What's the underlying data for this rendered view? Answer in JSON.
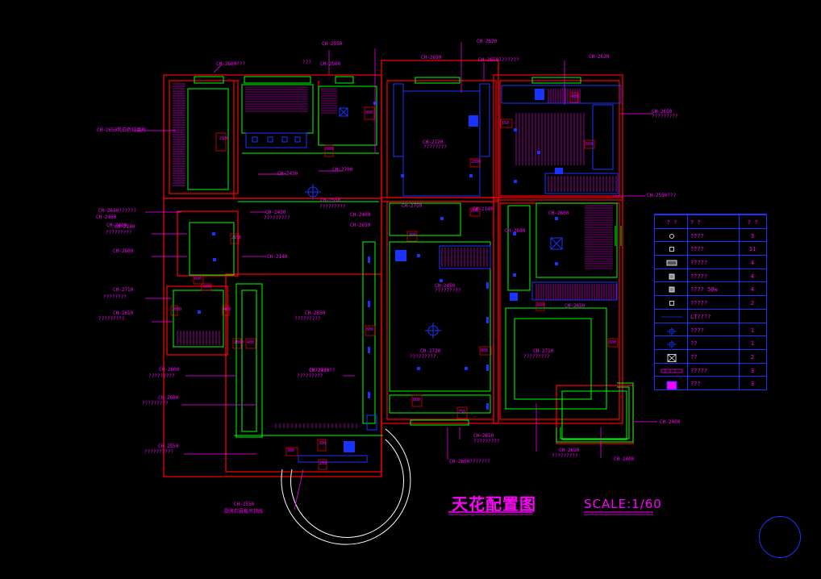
{
  "drawing": {
    "title": "天花配置图",
    "scale": "SCALE:1/60"
  },
  "annotations": [
    {
      "id": "a1",
      "text": "CH-2600???"
    },
    {
      "id": "a2",
      "text": "CH-2550"
    },
    {
      "id": "a3",
      "text": "???"
    },
    {
      "id": "a4",
      "text": "CH-2500"
    },
    {
      "id": "a5",
      "text": "CH-2650"
    },
    {
      "id": "a6",
      "text": "CH-2620"
    },
    {
      "id": "a7",
      "text": "CH-2650???????"
    },
    {
      "id": "a8",
      "text": "CH-2620"
    },
    {
      "id": "a9",
      "text": "CH-2450"
    },
    {
      "id": "a10",
      "text": "CH-2700"
    },
    {
      "id": "a11",
      "text": "?????????"
    },
    {
      "id": "a12",
      "text": "CH-2650乳白色灯盘片"
    },
    {
      "id": "a13",
      "text": "CH-2550"
    },
    {
      "id": "a14",
      "text": "CH-2400"
    },
    {
      "id": "a15",
      "text": "CH-2650"
    },
    {
      "id": "a16",
      "text": "?????????"
    },
    {
      "id": "a17",
      "text": "CH-2550???"
    },
    {
      "id": "a18",
      "text": "CH-2650??????"
    },
    {
      "id": "a19",
      "text": "CH-2430"
    },
    {
      "id": "a20",
      "text": "?????????"
    },
    {
      "id": "a21",
      "text": "CH-2140"
    },
    {
      "id": "a22",
      "text": "CH-2750"
    },
    {
      "id": "a23",
      "text": "CH-2140"
    },
    {
      "id": "a24",
      "text": "CH-2600"
    },
    {
      "id": "a25",
      "text": "CH-2600"
    },
    {
      "id": "a26",
      "text": "CH-2720"
    },
    {
      "id": "a27",
      "text": "????????"
    },
    {
      "id": "a28",
      "text": "CH-2650"
    },
    {
      "id": "a29",
      "text": "?????????"
    },
    {
      "id": "a30",
      "text": "CH-2140"
    },
    {
      "id": "a31",
      "text": "CH-2450"
    },
    {
      "id": "a32",
      "text": "?????????"
    },
    {
      "id": "a33",
      "text": "CH-2600"
    },
    {
      "id": "a34",
      "text": "CH-2710"
    },
    {
      "id": "a35",
      "text": "????????"
    },
    {
      "id": "a36",
      "text": "CH-2610"
    },
    {
      "id": "a37",
      "text": "?????????"
    },
    {
      "id": "a38",
      "text": "CH-2650"
    },
    {
      "id": "a39",
      "text": "?????????"
    },
    {
      "id": "a40",
      "text": "CH-2720"
    },
    {
      "id": "a41",
      "text": "?????????"
    },
    {
      "id": "a42",
      "text": "CH-2710"
    },
    {
      "id": "a43",
      "text": "?????????"
    },
    {
      "id": "a44",
      "text": "CH-2650"
    },
    {
      "id": "a45",
      "text": "?????????"
    },
    {
      "id": "a46",
      "text": "CH-2450"
    },
    {
      "id": "a47",
      "text": "?????????"
    },
    {
      "id": "a48",
      "text": "CH-2600"
    },
    {
      "id": "a49",
      "text": "?????????"
    },
    {
      "id": "a50",
      "text": "CH-2600"
    },
    {
      "id": "a51",
      "text": "?????????"
    },
    {
      "id": "a52",
      "text": "CH-2550"
    },
    {
      "id": "a53",
      "text": "??????????"
    },
    {
      "id": "a54",
      "text": "CH-2650"
    },
    {
      "id": "a55",
      "text": "?????????"
    },
    {
      "id": "a56",
      "text": "CH-2400"
    },
    {
      "id": "a57",
      "text": "CH-2650"
    },
    {
      "id": "a58",
      "text": "?????????"
    },
    {
      "id": "a59",
      "text": "CH-2400"
    },
    {
      "id": "a60",
      "text": "CH-2600???????"
    },
    {
      "id": "a61",
      "text": "CH-2550"
    },
    {
      "id": "a62",
      "text": "厨房石膏板吊顶线"
    },
    {
      "id": "a63",
      "text": "CH-2460"
    },
    {
      "id": "a64",
      "text": "CH-2400"
    }
  ],
  "dimensions": [
    "2930",
    "600",
    "800",
    "300",
    "2150",
    "600",
    "600",
    "400",
    "2000",
    "2000",
    "400",
    "600",
    "800",
    "250",
    "300",
    "250",
    "300",
    "2000",
    "600",
    "150",
    "600",
    "400",
    "800",
    "600",
    "600"
  ],
  "legend": {
    "headers": [
      "? ?",
      "? ?",
      "? ?"
    ],
    "rows": [
      {
        "icon": "circle-small",
        "name": "????",
        "qty": "3"
      },
      {
        "icon": "square-small",
        "name": "????",
        "qty": "31"
      },
      {
        "icon": "double-square",
        "name": "?????",
        "qty": "4"
      },
      {
        "icon": "square-dot",
        "name": "?????",
        "qty": "4"
      },
      {
        "icon": "square-dot-2",
        "name": "????  50w",
        "qty": "4"
      },
      {
        "icon": "square-small-2",
        "name": "?????",
        "qty": "2"
      },
      {
        "icon": "line",
        "name": "LT????",
        "qty": ""
      },
      {
        "icon": "crosshair",
        "name": "????",
        "qty": "1"
      },
      {
        "icon": "crosshair-2",
        "name": "??",
        "qty": "1"
      },
      {
        "icon": "x-box",
        "name": "??",
        "qty": "2"
      },
      {
        "icon": "vent-strip",
        "name": "?????",
        "qty": "3"
      },
      {
        "icon": "vent-box",
        "name": "???",
        "qty": "3"
      }
    ]
  },
  "colors": {
    "background": "#000000",
    "wall": "#ff0000",
    "ceiling": "#00ff00",
    "fixture": "#1a33ff",
    "text": "#ff00ff",
    "hatch": "#ff00ff",
    "arc": "#ffffff"
  }
}
